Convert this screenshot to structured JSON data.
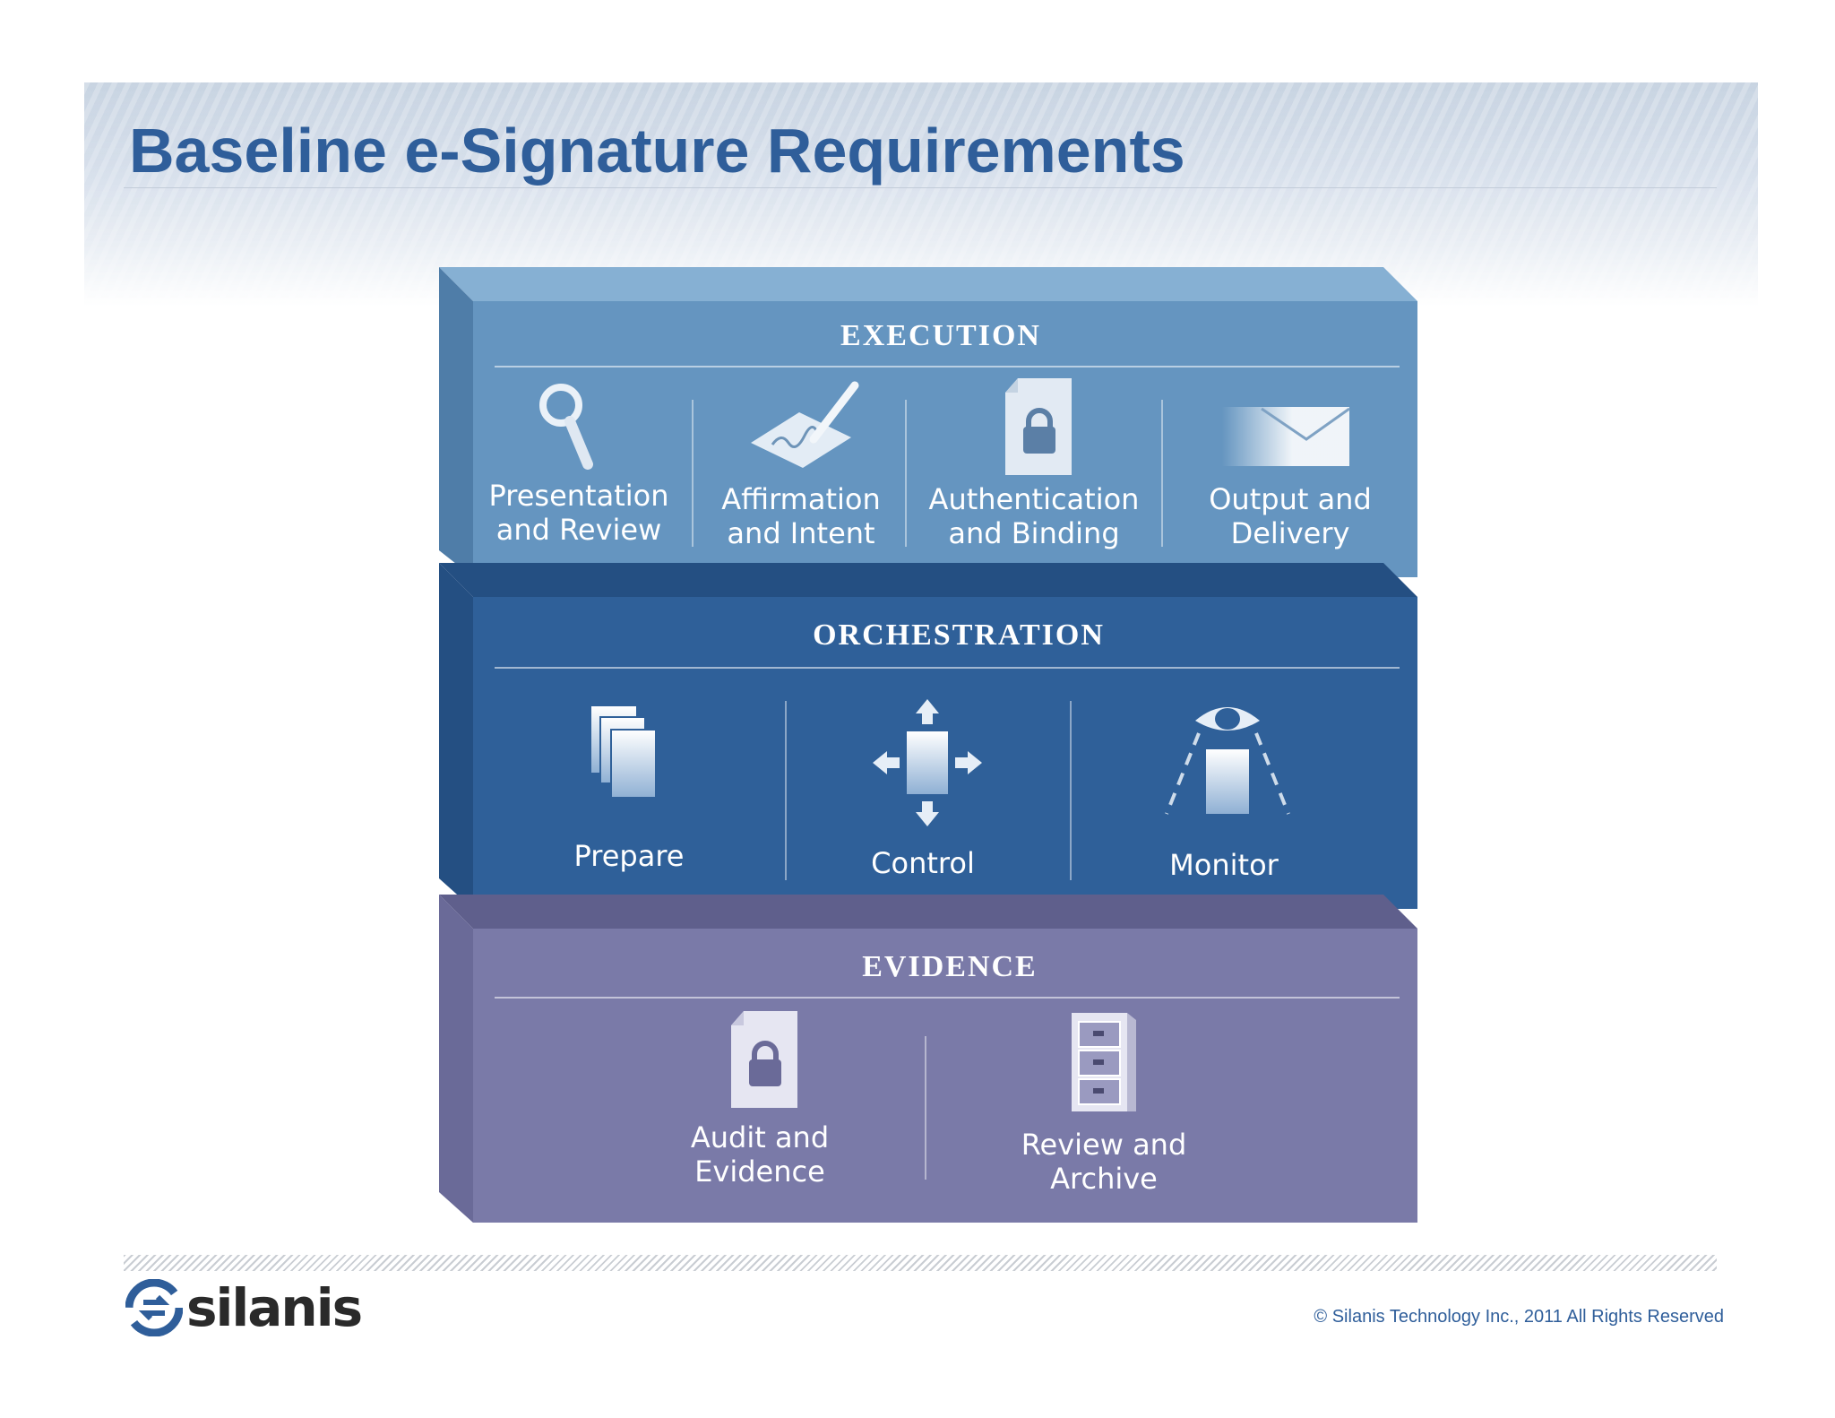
{
  "slide": {
    "title": "Baseline e-Signature Requirements"
  },
  "layers": [
    {
      "heading": "EXECUTION",
      "color": "#5f8fba",
      "items": [
        {
          "label": "Presentation and Review",
          "icon": "magnifier-icon"
        },
        {
          "label": "Affirmation and Intent",
          "icon": "signature-pen-icon"
        },
        {
          "label": "Authentication and Binding",
          "icon": "locked-document-icon"
        },
        {
          "label": "Output and Delivery",
          "icon": "envelope-icon"
        }
      ]
    },
    {
      "heading": "ORCHESTRATION",
      "color": "#2f5f98",
      "items": [
        {
          "label": "Prepare",
          "icon": "document-stack-icon"
        },
        {
          "label": "Control",
          "icon": "four-arrows-icon"
        },
        {
          "label": "Monitor",
          "icon": "eye-monitor-icon"
        }
      ]
    },
    {
      "heading": "EVIDENCE",
      "color": "#7a7aa8",
      "items": [
        {
          "label": "Audit and Evidence",
          "icon": "locked-document-icon"
        },
        {
          "label": "Review and Archive",
          "icon": "file-cabinet-icon"
        }
      ]
    }
  ],
  "footer": {
    "logo_text": "silanis",
    "copyright": "© Silanis Technology Inc., 2011 All Rights Reserved"
  }
}
